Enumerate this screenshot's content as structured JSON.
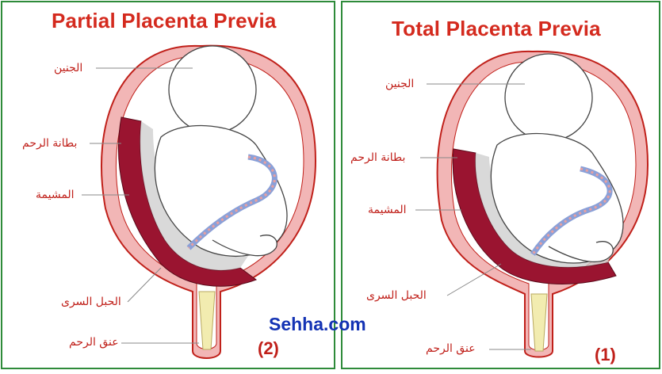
{
  "panels": [
    {
      "title": "Partial Placenta Previa",
      "number": "(2)",
      "labels": {
        "fetus": "الجنين",
        "uterine_lining": "بطانة الرحم",
        "placenta": "المشيمة",
        "umbilical_cord": "الحبل السرى",
        "cervix": "عنق الرحم"
      }
    },
    {
      "title": "Total Placenta Previa",
      "number": "(1)",
      "labels": {
        "fetus": "الجنين",
        "uterine_lining": "بطانة الرحم",
        "placenta": "المشيمة",
        "umbilical_cord": "الحبل السرى",
        "cervix": "عنق الرحم"
      }
    }
  ],
  "watermark": "Sehha.com",
  "colors": {
    "title": "#d42a1e",
    "label": "#c0201a",
    "border": "#2e8b3a",
    "uterus_wall": "#f2b6b6",
    "placenta": "#9a1430",
    "watermark": "#1433b4"
  }
}
